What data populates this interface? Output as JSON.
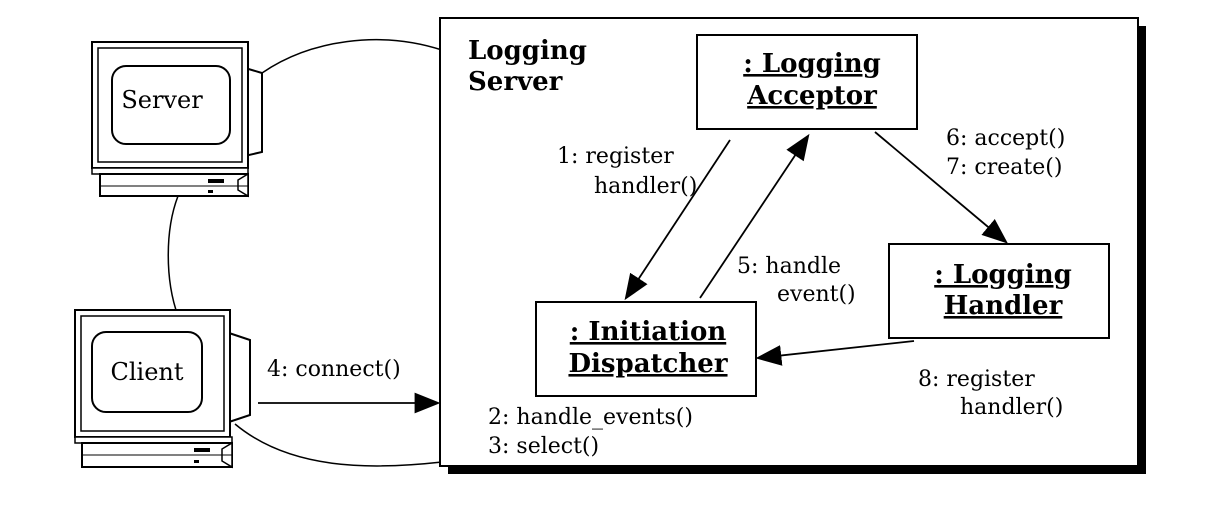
{
  "server": {
    "title_line1": "Logging",
    "title_line2": "Server"
  },
  "components": {
    "acceptor": {
      "line1": ": Logging",
      "line2": "Acceptor"
    },
    "dispatcher": {
      "line1": ": Initiation",
      "line2": "Dispatcher"
    },
    "handler": {
      "line1": ": Logging",
      "line2": "Handler"
    }
  },
  "hosts": {
    "server": "Server",
    "client": "Client"
  },
  "messages": {
    "m1": {
      "line1": "1: register",
      "line2": "handler()"
    },
    "m2": {
      "line1": "2: handle_events()",
      "line2": "3: select()"
    },
    "m4": "4: connect()",
    "m5": {
      "line1": "5: handle",
      "line2": "event()"
    },
    "m6": {
      "line1": "6: accept()",
      "line2": "7: create()"
    },
    "m8": {
      "line1": "8: register",
      "line2": "handler()"
    }
  }
}
